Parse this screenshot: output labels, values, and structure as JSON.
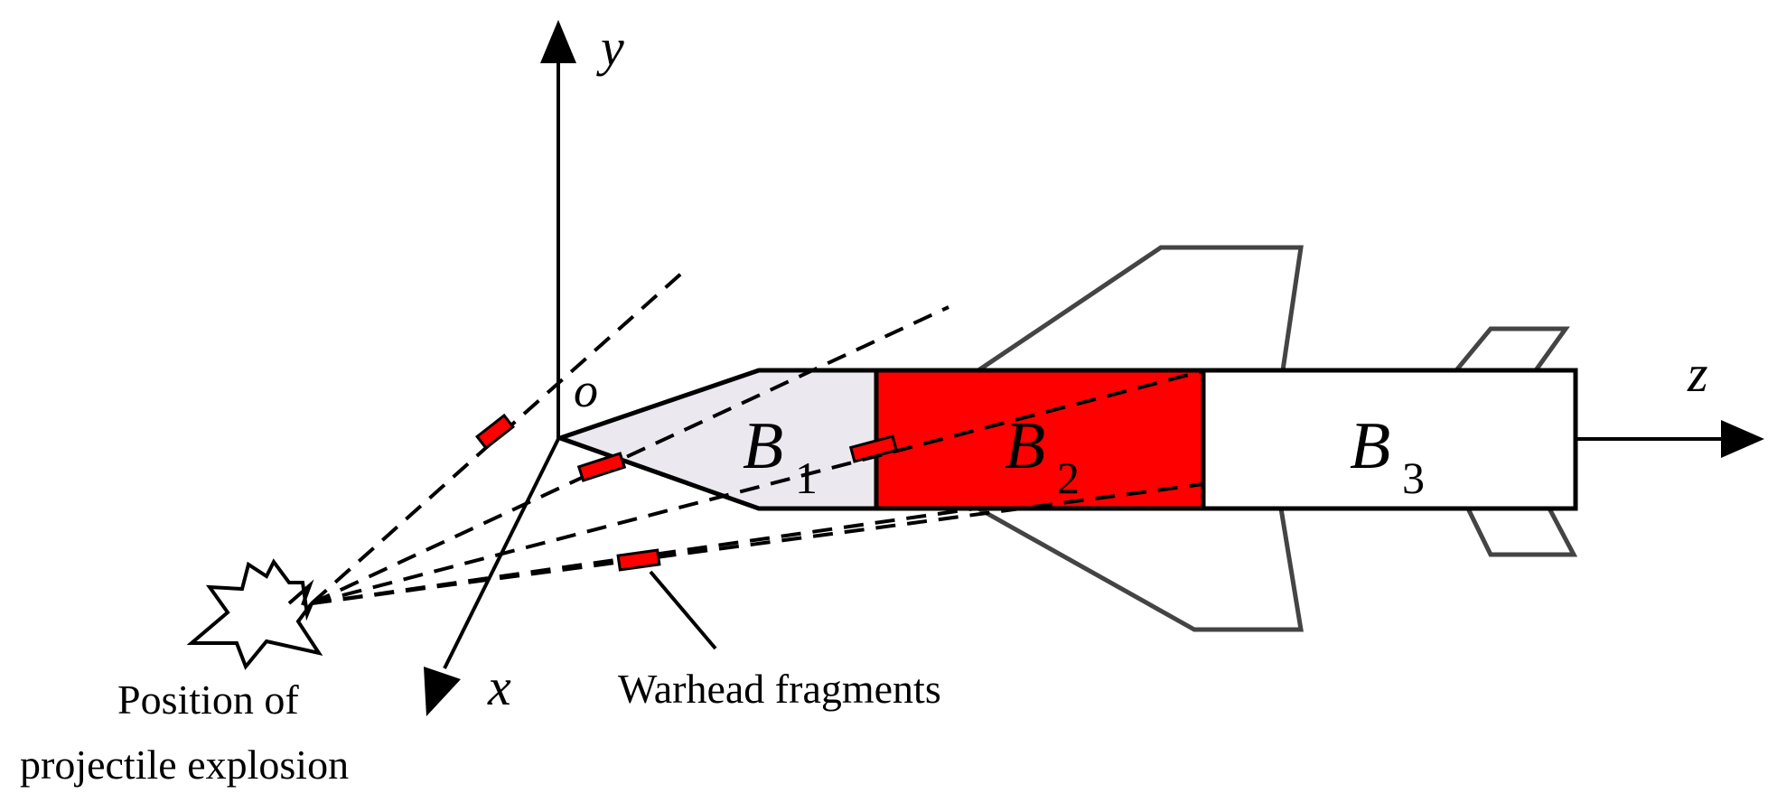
{
  "axes": {
    "y_label": "y",
    "z_label": "z",
    "x_label": "x",
    "origin_label": "o"
  },
  "sections": [
    {
      "letter": "B",
      "sub": "1",
      "color": "#ebe8f0"
    },
    {
      "letter": "B",
      "sub": "2",
      "color": "#ff0000"
    },
    {
      "letter": "B",
      "sub": "3",
      "color": "#ffffff"
    }
  ],
  "annotations": {
    "explosion_line1": "Position of",
    "explosion_line2": "projectile explosion",
    "fragments": "Warhead fragments"
  },
  "colors": {
    "fragment": "#ff0000",
    "stroke": "#000000",
    "fin": "#444444"
  }
}
